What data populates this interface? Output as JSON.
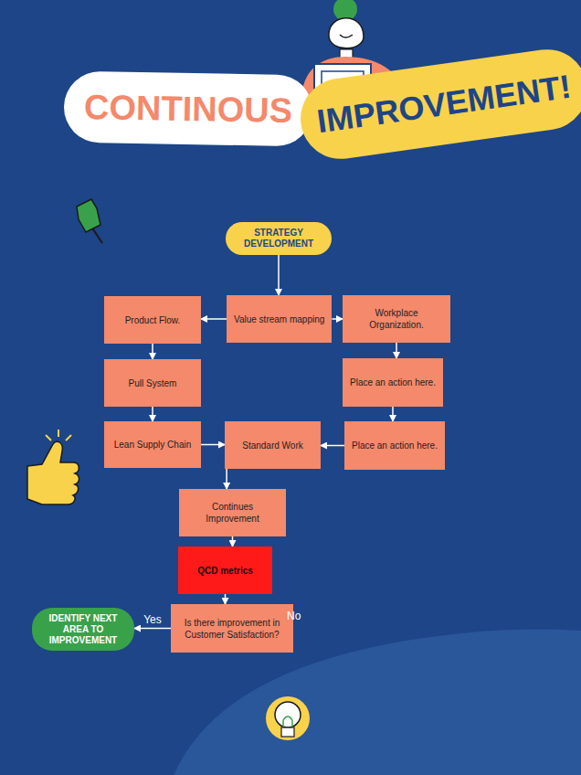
{
  "diagram": {
    "nodes": [
      {
        "text": [
          "CONTINOUS"
        ]
      },
      {
        "text": [
          "IMPROVEMENT!"
        ]
      },
      {
        "text": [
          "STRATEGY DEVELOPMENT"
        ]
      },
      {
        "text": [
          "Product Flow."
        ]
      },
      {
        "text": [
          "Value stream mapping"
        ]
      },
      {
        "text": [
          "Workplace Organization."
        ]
      },
      {
        "text": [
          "Pull System"
        ]
      },
      {
        "text": [
          "Place an action here."
        ]
      },
      {
        "text": [
          "Lean Supply Chain"
        ]
      },
      {
        "text": [
          "Standard Work"
        ]
      },
      {
        "text": [
          "Place an action here."
        ]
      },
      {
        "text": [
          "Continues Improvement"
        ]
      },
      {
        "text": [
          "QCD metrics"
        ]
      },
      {
        "text": [
          "Is there improvement in Customer Satisfaction?"
        ]
      },
      {
        "text": [
          "IDENTIFY NEXT AREA TO IMPROVEMENT"
        ]
      }
    ],
    "edges": [
      {
        "from": 2,
        "to": 4,
        "arrow": "to"
      },
      {
        "from": 4,
        "to": 3,
        "arrow": "to"
      },
      {
        "from": 4,
        "to": 5,
        "arrow": "to"
      },
      {
        "from": 3,
        "to": 6,
        "arrow": "to"
      },
      {
        "from": 6,
        "to": 8,
        "arrow": "to"
      },
      {
        "from": 8,
        "to": 9,
        "arrow": "to"
      },
      {
        "from": 5,
        "to": 7,
        "arrow": "to"
      },
      {
        "from": 7,
        "to": 10,
        "arrow": "to"
      },
      {
        "from": 10,
        "to": 9,
        "arrow": "to"
      },
      {
        "from": 9,
        "to": 11,
        "arrow": "to"
      },
      {
        "from": 11,
        "to": 12,
        "arrow": "to"
      },
      {
        "from": 12,
        "to": 13,
        "arrow": "to"
      },
      {
        "from": 13,
        "to": 14,
        "label": "Yes",
        "arrow": "to"
      }
    ],
    "labels": [
      "No"
    ]
  }
}
